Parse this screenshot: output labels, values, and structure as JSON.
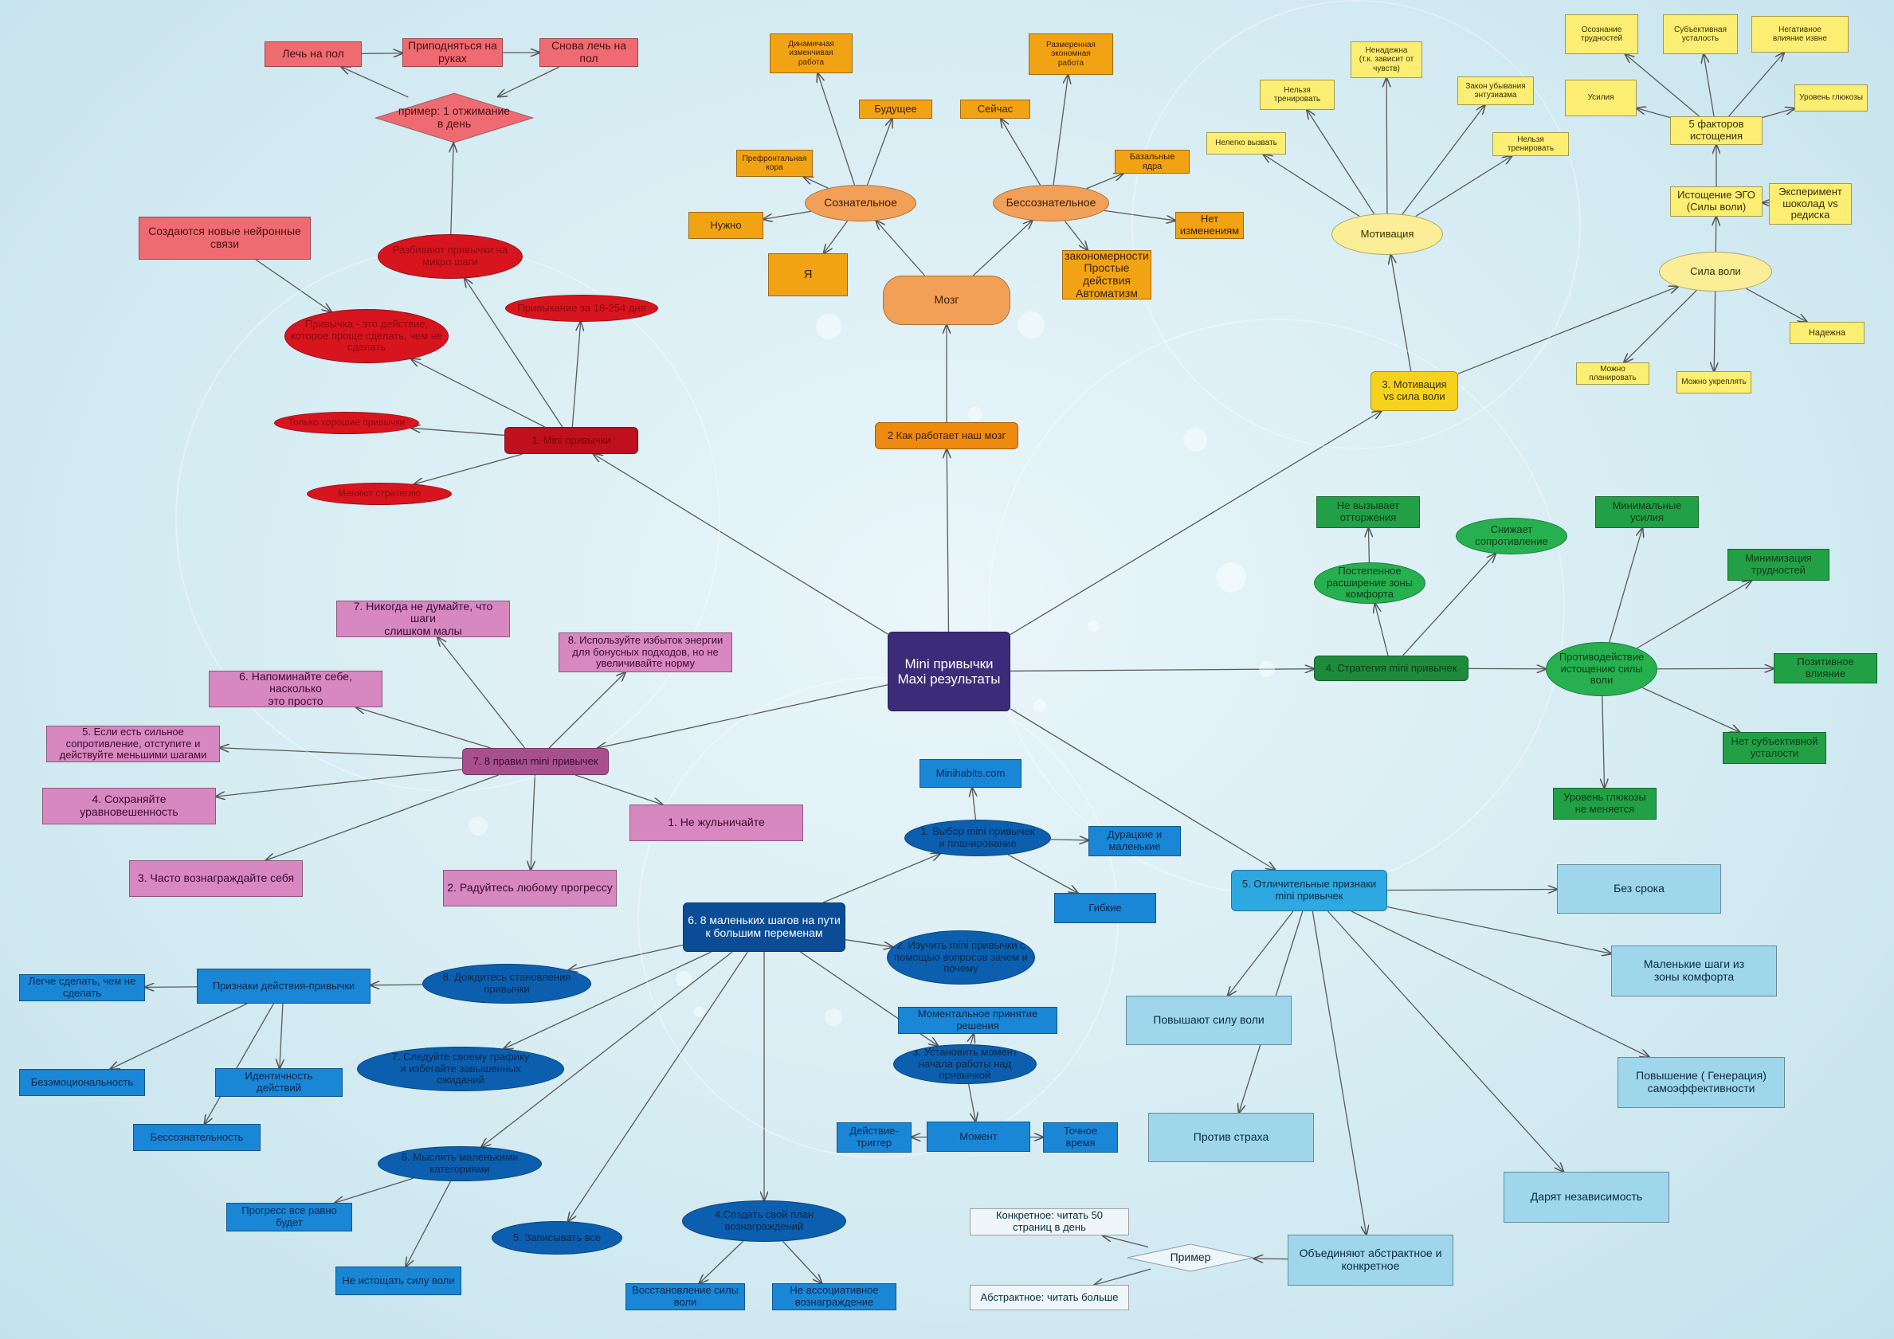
{
  "nodes": [
    {
      "id": "root",
      "text": "Mini привычки\nMaxi результаты",
      "fill": "#3c2b78",
      "color": "#ffffff"
    },
    {
      "id": "b1",
      "text": "1. Mini привычки",
      "fill": "#c0101e",
      "color": "#7a0008"
    },
    {
      "id": "b1a",
      "text": "Привычка - это действие,\nкоторое проще сделать, чем не\nсделать",
      "fill": "#d8141e",
      "color": "#8a0a10"
    },
    {
      "id": "b1b",
      "text": "Разбивают привычки на\nмикро шаги",
      "fill": "#d8141e",
      "color": "#8a0a10"
    },
    {
      "id": "b1c",
      "text": "Привыкание за 18-254 дня",
      "fill": "#d8141e",
      "color": "#8a0a10"
    },
    {
      "id": "b1d",
      "text": "Только хорошие привычки",
      "fill": "#d8141e",
      "color": "#8a0a10"
    },
    {
      "id": "b1e",
      "text": "Меняют стратегию",
      "fill": "#d8141e",
      "color": "#8a0a10"
    },
    {
      "id": "b1f",
      "text": "Создаются новые нейронные\nсвязи",
      "fill": "#ef6b72",
      "color": "#4a1014"
    },
    {
      "id": "b1g",
      "text": "пример: 1 отжимание\nв день",
      "fill": "#ef6b72",
      "color": "#4a1014"
    },
    {
      "id": "b1h",
      "text": "Лечь на пол",
      "fill": "#ef6b72",
      "color": "#4a1014"
    },
    {
      "id": "b1i",
      "text": "Приподняться на\nруках",
      "fill": "#ef6b72",
      "color": "#4a1014"
    },
    {
      "id": "b1j",
      "text": "Снова лечь на\nпол",
      "fill": "#ef6b72",
      "color": "#4a1014"
    },
    {
      "id": "b2",
      "text": "2 Как работает наш мозг",
      "fill": "#ee8a10",
      "color": "#3a2000"
    },
    {
      "id": "b2a",
      "text": "Мозг",
      "fill": "#f2a058",
      "color": "#3a2000"
    },
    {
      "id": "b2b",
      "text": "Сознательное",
      "fill": "#f2a058",
      "color": "#3a2000"
    },
    {
      "id": "b2c",
      "text": "Бессознательное",
      "fill": "#f2a058",
      "color": "#3a2000"
    },
    {
      "id": "b2d",
      "text": "Динамичная\nизменчивая\nработа",
      "fill": "#f2a314",
      "color": "#3a2000"
    },
    {
      "id": "b2e",
      "text": "Будущее",
      "fill": "#f2a314",
      "color": "#3a2000"
    },
    {
      "id": "b2f",
      "text": "Префронтальная\nкора",
      "fill": "#f2a314",
      "color": "#3a2000"
    },
    {
      "id": "b2g",
      "text": "Нужно",
      "fill": "#f2a314",
      "color": "#3a2000"
    },
    {
      "id": "b2h",
      "text": "Я",
      "fill": "#f2a314",
      "color": "#3a2000"
    },
    {
      "id": "b2i",
      "text": "Размеренная\nэкономная\nработа",
      "fill": "#f2a314",
      "color": "#3a2000"
    },
    {
      "id": "b2j",
      "text": "Сейчас",
      "fill": "#f2a314",
      "color": "#3a2000"
    },
    {
      "id": "b2k",
      "text": "Базальные ядра",
      "fill": "#f2a314",
      "color": "#3a2000"
    },
    {
      "id": "b2l",
      "text": "Нет\nизменениям",
      "fill": "#f2a314",
      "color": "#3a2000"
    },
    {
      "id": "b2m",
      "text": "закономерности\nПростые\nдействия\nАвтоматизм",
      "fill": "#f2a314",
      "color": "#3a2000"
    },
    {
      "id": "b3",
      "text": "3. Мотивация\nvs сила воли",
      "fill": "#f6d21c",
      "color": "#3a3000"
    },
    {
      "id": "b3a",
      "text": "Мотивация",
      "fill": "#fbee96",
      "color": "#3a3000"
    },
    {
      "id": "b3b",
      "text": "Нельзя\nтренировать",
      "fill": "#fbee72",
      "color": "#3a3000"
    },
    {
      "id": "b3c",
      "text": "Ненадежна\n(т.к. зависит от\nчувств)",
      "fill": "#fbee72",
      "color": "#3a3000"
    },
    {
      "id": "b3d",
      "text": "Закон убывания\nэнтузиазма",
      "fill": "#fbee72",
      "color": "#3a3000"
    },
    {
      "id": "b3e",
      "text": "Нелегко вызвать",
      "fill": "#fbee72",
      "color": "#3a3000"
    },
    {
      "id": "b3f",
      "text": "Нельзя\nтренировать",
      "fill": "#fbee72",
      "color": "#3a3000"
    },
    {
      "id": "b3g",
      "text": "Сила воли",
      "fill": "#fbee96",
      "color": "#3a3000"
    },
    {
      "id": "b3h",
      "text": "Можно\nпланировать",
      "fill": "#fbee72",
      "color": "#3a3000"
    },
    {
      "id": "b3i",
      "text": "Можно укреплять",
      "fill": "#fbee72",
      "color": "#3a3000"
    },
    {
      "id": "b3j",
      "text": "Надежна",
      "fill": "#fbee72",
      "color": "#3a3000"
    },
    {
      "id": "b3k",
      "text": "Истощение ЭГО\n(Силы воли)",
      "fill": "#fbee72",
      "color": "#3a3000"
    },
    {
      "id": "b3l",
      "text": "Эксперимент\nшоколад vs\nредиска",
      "fill": "#fbee72",
      "color": "#3a3000"
    },
    {
      "id": "b3m",
      "text": "5 факторов\nистощения",
      "fill": "#fbee72",
      "color": "#3a3000"
    },
    {
      "id": "b3n",
      "text": "Осознание\nтрудностей",
      "fill": "#fbee72",
      "color": "#3a3000"
    },
    {
      "id": "b3o",
      "text": "Субъективная\nусталость",
      "fill": "#fbee72",
      "color": "#3a3000"
    },
    {
      "id": "b3p",
      "text": "Негативное\nвлияние извне",
      "fill": "#fbee72",
      "color": "#3a3000"
    },
    {
      "id": "b3q",
      "text": "Усилия",
      "fill": "#fbee72",
      "color": "#3a3000"
    },
    {
      "id": "b3r",
      "text": "Уровень глюкозы",
      "fill": "#fbee72",
      "color": "#3a3000"
    },
    {
      "id": "b4",
      "text": "4. Стратегия mini привычек",
      "fill": "#1e8a3c",
      "color": "#0c3a18"
    },
    {
      "id": "b4a",
      "text": "Постепенное\nрасширение зоны\nкомфорта",
      "fill": "#26b050",
      "color": "#0c3a18"
    },
    {
      "id": "b4b",
      "text": "Не вызывает\nотторжения",
      "fill": "#22a046",
      "color": "#0c3a18"
    },
    {
      "id": "b4c",
      "text": "Снижает\nсопротивление",
      "fill": "#26b050",
      "color": "#0c3a18"
    },
    {
      "id": "b4d",
      "text": "Противодействие\nистощению силы\nволи",
      "fill": "#26b050",
      "color": "#0c3a18"
    },
    {
      "id": "b4e",
      "text": "Минимальные\nусилия",
      "fill": "#22a046",
      "color": "#0c3a18"
    },
    {
      "id": "b4f",
      "text": "Минимизация\nтрудностей",
      "fill": "#22a046",
      "color": "#0c3a18"
    },
    {
      "id": "b4g",
      "text": "Позитивное\nвлияние",
      "fill": "#22a046",
      "color": "#0c3a18"
    },
    {
      "id": "b4h",
      "text": "Нет субъективной\nусталости",
      "fill": "#22a046",
      "color": "#0c3a18"
    },
    {
      "id": "b4i",
      "text": "Уровень глюкозы\nне меняется",
      "fill": "#22a046",
      "color": "#0c3a18"
    },
    {
      "id": "b5",
      "text": "5. Отличительные признаки\nmini привычек",
      "fill": "#2ea8e0",
      "color": "#0a2a40"
    },
    {
      "id": "b5a",
      "text": "Без срока",
      "fill": "#9fd6ec",
      "color": "#0a2a40"
    },
    {
      "id": "b5b",
      "text": "Маленькие шаги из\nзоны комфорта",
      "fill": "#9fd6ec",
      "color": "#0a2a40"
    },
    {
      "id": "b5c",
      "text": "Повышение ( Генерация)\nсамоэффективности",
      "fill": "#9fd6ec",
      "color": "#0a2a40"
    },
    {
      "id": "b5d",
      "text": "Дарят независимость",
      "fill": "#9fd6ec",
      "color": "#0a2a40"
    },
    {
      "id": "b5e",
      "text": "Объединяют абстрактное и\nконкретное",
      "fill": "#9fd6ec",
      "color": "#0a2a40"
    },
    {
      "id": "b5f",
      "text": "Повышают силу воли",
      "fill": "#9fd6ec",
      "color": "#0a2a40"
    },
    {
      "id": "b5g",
      "text": "Против страха",
      "fill": "#9fd6ec",
      "color": "#0a2a40"
    },
    {
      "id": "b5h",
      "text": "Пример",
      "fill": "#eef6fa",
      "color": "#0a2a40"
    },
    {
      "id": "b5i",
      "text": "Конкретное: читать 50\nстраниц в день",
      "fill": "#eef6fa",
      "color": "#0a2a40"
    },
    {
      "id": "b5j",
      "text": "Абстрактное: читать больше",
      "fill": "#eef6fa",
      "color": "#0a2a40"
    },
    {
      "id": "b6",
      "text": "6. 8 маленьких шагов на пути\nк большим переменам",
      "fill": "#0c4c96",
      "color": "#ffffff"
    },
    {
      "id": "b6a",
      "text": "1. Выбор mini привычек\nи планирование",
      "fill": "#0b5fae",
      "color": "#07274a"
    },
    {
      "id": "b6b",
      "text": "Minihabits.com",
      "fill": "#1a86d6",
      "color": "#07274a"
    },
    {
      "id": "b6c",
      "text": "Дурацкие и\nмаленькие",
      "fill": "#1a86d6",
      "color": "#07274a"
    },
    {
      "id": "b6d",
      "text": "Гибкие",
      "fill": "#1a86d6",
      "color": "#07274a"
    },
    {
      "id": "b6e",
      "text": "2. Изучить mini привычки с\nпомощью вопросов зачем и\nпочему",
      "fill": "#0b5fae",
      "color": "#07274a"
    },
    {
      "id": "b6f",
      "text": "Моментальное принятие\nрешения",
      "fill": "#1a86d6",
      "color": "#07274a"
    },
    {
      "id": "b6g",
      "text": "3. Установить момент\nначала работы над привычкой",
      "fill": "#0b5fae",
      "color": "#07274a"
    },
    {
      "id": "b6h",
      "text": "Момент",
      "fill": "#1a86d6",
      "color": "#07274a"
    },
    {
      "id": "b6i",
      "text": "Действие-\nтриггер",
      "fill": "#1a86d6",
      "color": "#07274a"
    },
    {
      "id": "b6j",
      "text": "Точное\nвремя",
      "fill": "#1a86d6",
      "color": "#07274a"
    },
    {
      "id": "b6k",
      "text": "4.Создать свой план\nвознаграждений",
      "fill": "#0b5fae",
      "color": "#07274a"
    },
    {
      "id": "b6l",
      "text": "Восстановление силы\nволи",
      "fill": "#1a86d6",
      "color": "#07274a"
    },
    {
      "id": "b6m",
      "text": "Не ассоциативное\nвознаграждение",
      "fill": "#1a86d6",
      "color": "#07274a"
    },
    {
      "id": "b6n",
      "text": "5. Записывать все",
      "fill": "#0b5fae",
      "color": "#07274a"
    },
    {
      "id": "b6o",
      "text": "6. Мыслить маленькими\nкатегориями",
      "fill": "#0b5fae",
      "color": "#07274a"
    },
    {
      "id": "b6p",
      "text": "Прогресс все равно\nбудет",
      "fill": "#1a86d6",
      "color": "#07274a"
    },
    {
      "id": "b6q",
      "text": "Не истощать силу воли",
      "fill": "#1a86d6",
      "color": "#07274a"
    },
    {
      "id": "b6r",
      "text": "7. Следуйте своему графику\nи избегайте завышенных\nожиданий",
      "fill": "#0b5fae",
      "color": "#07274a"
    },
    {
      "id": "b6s",
      "text": "8. Дождитесь становления\nпривычки",
      "fill": "#0b5fae",
      "color": "#07274a"
    },
    {
      "id": "b6t",
      "text": "Признаки действия-привычки",
      "fill": "#1a86d6",
      "color": "#07274a"
    },
    {
      "id": "b6u",
      "text": "Легче сделать, чем не\nсделать",
      "fill": "#1a86d6",
      "color": "#07274a"
    },
    {
      "id": "b6v",
      "text": "Безэмоциональность",
      "fill": "#1a86d6",
      "color": "#07274a"
    },
    {
      "id": "b6w",
      "text": "Идентичность\nдействий",
      "fill": "#1a86d6",
      "color": "#07274a"
    },
    {
      "id": "b6x",
      "text": "Бессознательность",
      "fill": "#1a86d6",
      "color": "#07274a"
    },
    {
      "id": "b7",
      "text": "7. 8 правил mini привычек",
      "fill": "#a8508e",
      "color": "#3a0a30"
    },
    {
      "id": "b7a",
      "text": "7. Никогда не думайте, что шаги\nслишком малы",
      "fill": "#d888c0",
      "color": "#3a0a30"
    },
    {
      "id": "b7b",
      "text": "8. Используйте избыток энергии\nдля бонусных подходов, но не\nувеличивайте норму",
      "fill": "#d888c0",
      "color": "#3a0a30"
    },
    {
      "id": "b7c",
      "text": "6. Напоминайте себе, насколько\nэто просто",
      "fill": "#d888c0",
      "color": "#3a0a30"
    },
    {
      "id": "b7d",
      "text": "5. Если есть сильное\nсопротивление, отступите и\nдействуйте меньшими шагами",
      "fill": "#d888c0",
      "color": "#3a0a30"
    },
    {
      "id": "b7e",
      "text": "4.  Сохраняйте\nуравновешенность",
      "fill": "#d888c0",
      "color": "#3a0a30"
    },
    {
      "id": "b7f",
      "text": "1. Не жульничайте",
      "fill": "#d888c0",
      "color": "#3a0a30"
    },
    {
      "id": "b7g",
      "text": "3. Часто вознаграждайте себя",
      "fill": "#d888c0",
      "color": "#3a0a30"
    },
    {
      "id": "b7h",
      "text": "2. Радуйтесь любому прогрессу",
      "fill": "#d888c0",
      "color": "#3a0a30"
    }
  ],
  "edges": [
    [
      "root",
      "b1"
    ],
    [
      "root",
      "b2"
    ],
    [
      "root",
      "b3"
    ],
    [
      "root",
      "b4"
    ],
    [
      "root",
      "b5"
    ],
    [
      "root",
      "b7"
    ],
    [
      "b1",
      "b1a"
    ],
    [
      "b1",
      "b1b"
    ],
    [
      "b1",
      "b1c"
    ],
    [
      "b1",
      "b1d"
    ],
    [
      "b1",
      "b1e"
    ],
    [
      "b1f",
      "b1a"
    ],
    [
      "b1b",
      "b1g"
    ],
    [
      "b1g",
      "b1h"
    ],
    [
      "b1h",
      "b1i"
    ],
    [
      "b1i",
      "b1j"
    ],
    [
      "b1j",
      "b1g"
    ],
    [
      "b2",
      "b2a"
    ],
    [
      "b2a",
      "b2b"
    ],
    [
      "b2a",
      "b2c"
    ],
    [
      "b2b",
      "b2d"
    ],
    [
      "b2b",
      "b2e"
    ],
    [
      "b2b",
      "b2f"
    ],
    [
      "b2b",
      "b2g"
    ],
    [
      "b2b",
      "b2h"
    ],
    [
      "b2c",
      "b2i"
    ],
    [
      "b2c",
      "b2j"
    ],
    [
      "b2c",
      "b2k"
    ],
    [
      "b2c",
      "b2l"
    ],
    [
      "b2c",
      "b2m"
    ],
    [
      "b3",
      "b3a"
    ],
    [
      "b3",
      "b3g"
    ],
    [
      "b3a",
      "b3b"
    ],
    [
      "b3a",
      "b3c"
    ],
    [
      "b3a",
      "b3d"
    ],
    [
      "b3a",
      "b3e"
    ],
    [
      "b3a",
      "b3f"
    ],
    [
      "b3g",
      "b3h"
    ],
    [
      "b3g",
      "b3i"
    ],
    [
      "b3g",
      "b3j"
    ],
    [
      "b3g",
      "b3k"
    ],
    [
      "b3l",
      "b3k"
    ],
    [
      "b3k",
      "b3m"
    ],
    [
      "b3m",
      "b3n"
    ],
    [
      "b3m",
      "b3o"
    ],
    [
      "b3m",
      "b3p"
    ],
    [
      "b3m",
      "b3q"
    ],
    [
      "b3m",
      "b3r"
    ],
    [
      "b4",
      "b4a"
    ],
    [
      "b4",
      "b4c"
    ],
    [
      "b4",
      "b4d"
    ],
    [
      "b4a",
      "b4b"
    ],
    [
      "b4d",
      "b4e"
    ],
    [
      "b4d",
      "b4f"
    ],
    [
      "b4d",
      "b4g"
    ],
    [
      "b4d",
      "b4h"
    ],
    [
      "b4d",
      "b4i"
    ],
    [
      "b5",
      "b5a"
    ],
    [
      "b5",
      "b5b"
    ],
    [
      "b5",
      "b5c"
    ],
    [
      "b5",
      "b5d"
    ],
    [
      "b5",
      "b5e"
    ],
    [
      "b5",
      "b5f"
    ],
    [
      "b5",
      "b5g"
    ],
    [
      "b5e",
      "b5h"
    ],
    [
      "b5h",
      "b5i"
    ],
    [
      "b5h",
      "b5j"
    ],
    [
      "b6",
      "b6a"
    ],
    [
      "b6",
      "b6e"
    ],
    [
      "b6",
      "b6g"
    ],
    [
      "b6",
      "b6k"
    ],
    [
      "b6",
      "b6n"
    ],
    [
      "b6",
      "b6o"
    ],
    [
      "b6",
      "b6r"
    ],
    [
      "b6",
      "b6s"
    ],
    [
      "b6a",
      "b6b"
    ],
    [
      "b6a",
      "b6c"
    ],
    [
      "b6a",
      "b6d"
    ],
    [
      "b6g",
      "b6f"
    ],
    [
      "b6g",
      "b6h"
    ],
    [
      "b6h",
      "b6i"
    ],
    [
      "b6h",
      "b6j"
    ],
    [
      "b6k",
      "b6l"
    ],
    [
      "b6k",
      "b6m"
    ],
    [
      "b6o",
      "b6p"
    ],
    [
      "b6o",
      "b6q"
    ],
    [
      "b6s",
      "b6t"
    ],
    [
      "b6t",
      "b6u"
    ],
    [
      "b6t",
      "b6v"
    ],
    [
      "b6t",
      "b6w"
    ],
    [
      "b6t",
      "b6x"
    ],
    [
      "b7",
      "b7a"
    ],
    [
      "b7",
      "b7b"
    ],
    [
      "b7",
      "b7c"
    ],
    [
      "b7",
      "b7d"
    ],
    [
      "b7",
      "b7e"
    ],
    [
      "b7",
      "b7f"
    ],
    [
      "b7",
      "b7g"
    ],
    [
      "b7",
      "b7h"
    ]
  ]
}
